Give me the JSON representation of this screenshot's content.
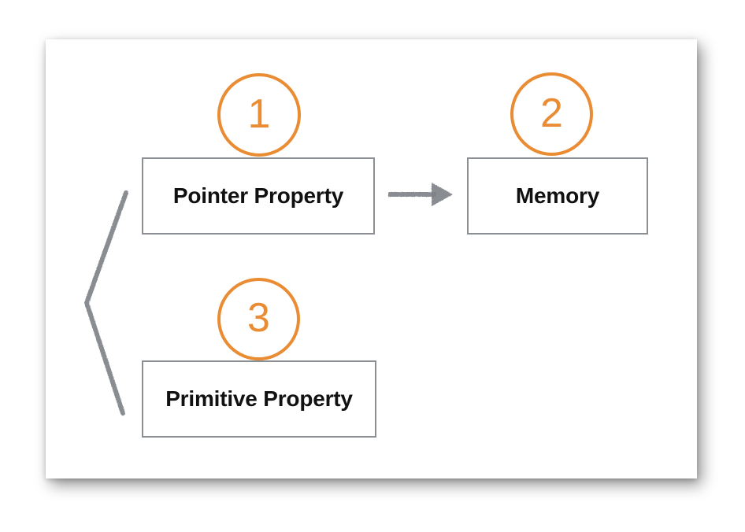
{
  "slide": {
    "background_color": "#ffffff",
    "border_color": "#8b8e93",
    "accent_color": "#e98c33",
    "connector_color": "#7f8389",
    "text_color": "#111111"
  },
  "nodes": [
    {
      "id": "pointer-property",
      "label": "Pointer Property",
      "step": "1"
    },
    {
      "id": "memory",
      "label": "Memory",
      "step": "2"
    },
    {
      "id": "primitive-property",
      "label": "Primitive Property",
      "step": "3"
    }
  ],
  "steps": [
    {
      "number": "1",
      "for": "pointer-property"
    },
    {
      "number": "2",
      "for": "memory"
    },
    {
      "number": "3",
      "for": "primitive-property"
    }
  ],
  "connectors": [
    {
      "id": "pointer-to-memory",
      "type": "arrow",
      "from": "pointer-property",
      "to": "memory",
      "color": "#7f8389"
    },
    {
      "id": "grouping-brace",
      "type": "chevron-brace",
      "groups": [
        "pointer-property",
        "primitive-property"
      ],
      "color": "#7f8389"
    }
  ]
}
